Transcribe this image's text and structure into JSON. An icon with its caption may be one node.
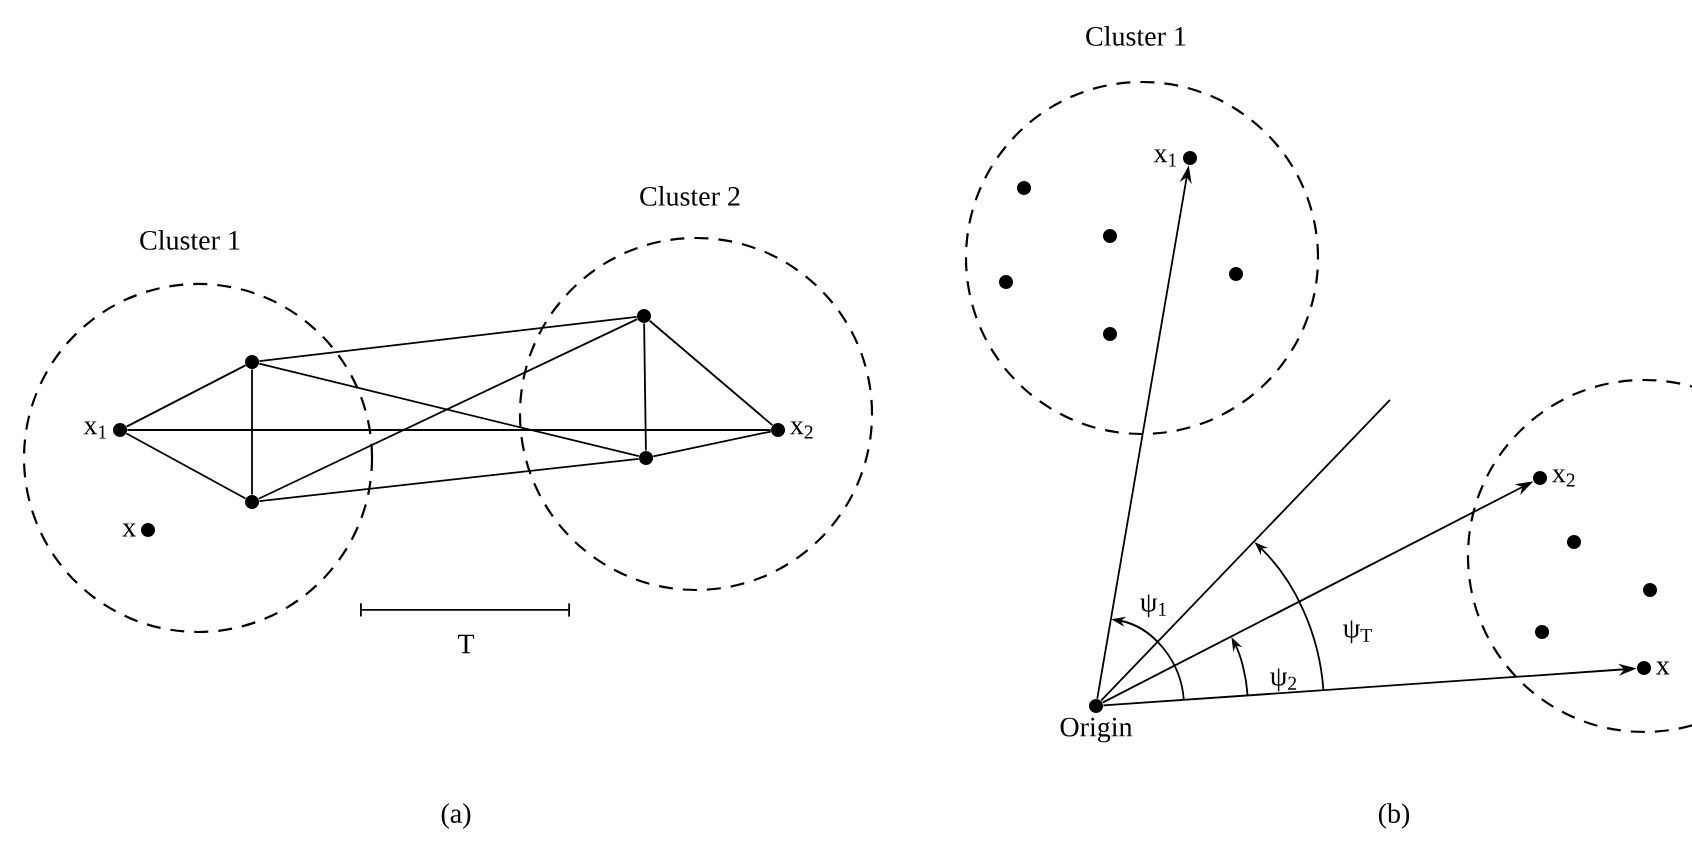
{
  "diagram": {
    "nodes": [
      {
        "text": [
          "Cluster 1"
        ]
      },
      {
        "text": [
          "x$_{1}$"
        ],
        "in": 0
      },
      {
        "text": [],
        "shape": "circle",
        "in": 0
      },
      {
        "text": [],
        "shape": "circle",
        "in": 0
      },
      {
        "text": [
          "x"
        ],
        "in": 0
      },
      {
        "text": [
          "Cluster 2"
        ]
      },
      {
        "text": [],
        "shape": "circle",
        "in": 5
      },
      {
        "text": [],
        "shape": "circle",
        "in": 5
      },
      {
        "text": [
          "x$_{2}$"
        ],
        "in": 5
      },
      {
        "text": [
          "Cluster 1"
        ]
      },
      {
        "text": [
          "x$_{1}$"
        ],
        "in": 9
      },
      {
        "text": [],
        "shape": "circle",
        "in": 9
      },
      {
        "text": [],
        "shape": "circle",
        "in": 9
      },
      {
        "text": [],
        "shape": "circle",
        "in": 9
      },
      {
        "text": [],
        "shape": "circle",
        "in": 9
      },
      {
        "text": [],
        "shape": "circle",
        "in": 9
      },
      {
        "text": [],
        "shape": "circle"
      },
      {
        "text": [
          "x$_{2}$"
        ],
        "in": 16
      },
      {
        "text": [],
        "shape": "circle",
        "in": 16
      },
      {
        "text": [],
        "shape": "circle",
        "in": 16
      },
      {
        "text": [],
        "shape": "circle",
        "in": 16
      },
      {
        "text": [
          "x"
        ],
        "in": 16
      },
      {
        "text": [
          "Origin"
        ]
      }
    ],
    "edges": [
      {
        "from": 1,
        "to": 2,
        "arrow": "none"
      },
      {
        "from": 1,
        "to": 3,
        "arrow": "none"
      },
      {
        "from": 2,
        "to": 3,
        "arrow": "none"
      },
      {
        "from": 1,
        "to": 8,
        "arrow": "none"
      },
      {
        "from": 2,
        "to": 6,
        "arrow": "none"
      },
      {
        "from": 2,
        "to": 7,
        "arrow": "none"
      },
      {
        "from": 3,
        "to": 6,
        "arrow": "none"
      },
      {
        "from": 3,
        "to": 7,
        "arrow": "none"
      },
      {
        "from": 6,
        "to": 7,
        "arrow": "none"
      },
      {
        "from": 6,
        "to": 8,
        "arrow": "none"
      },
      {
        "from": 7,
        "to": 8,
        "arrow": "none"
      },
      {
        "from": 22,
        "to": 10,
        "arrow": "to"
      },
      {
        "from": 22,
        "to": null,
        "arrow": "none"
      },
      {
        "from": 22,
        "to": 17,
        "arrow": "to"
      },
      {
        "from": 22,
        "to": 21,
        "arrow": "to"
      }
    ],
    "labels": [
      "T",
      "(a)",
      "ψ$_{1}$",
      "ψ$_{T}$",
      "ψ$_{2}$",
      "(b)"
    ]
  }
}
